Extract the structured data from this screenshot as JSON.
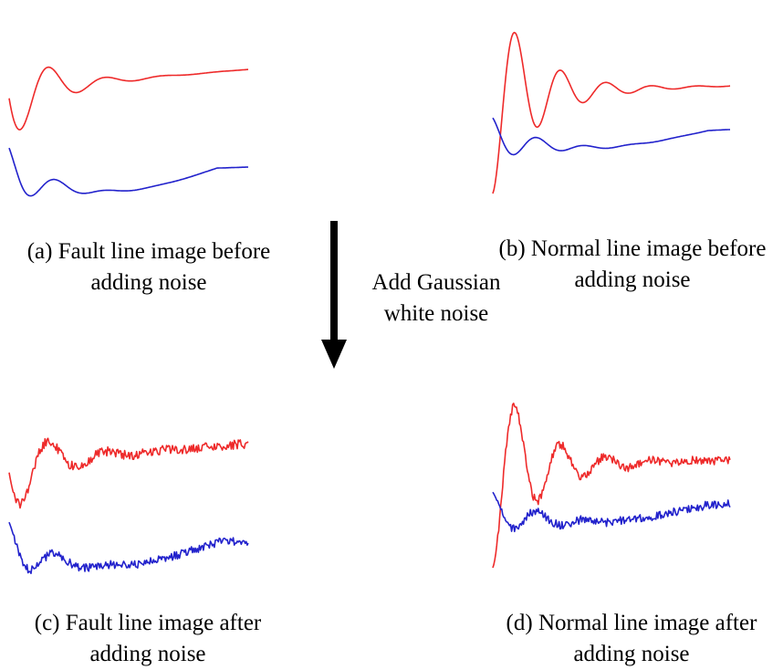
{
  "colors": {
    "red_trace": "#ee2a2a",
    "blue_trace": "#2222cc",
    "text": "#000000",
    "arrow": "#000000"
  },
  "panels": [
    {
      "id": "a",
      "caption_line1": "(a) Fault line image before",
      "caption_line2": "adding noise",
      "type": "fault",
      "noisy": false
    },
    {
      "id": "b",
      "caption_line1": "(b) Normal line image before",
      "caption_line2": "adding noise",
      "type": "normal",
      "noisy": false
    },
    {
      "id": "c",
      "caption_line1": "(c) Fault line image after",
      "caption_line2": "adding noise",
      "type": "fault",
      "noisy": true
    },
    {
      "id": "d",
      "caption_line1": "(d) Normal line image after",
      "caption_line2": "adding noise",
      "type": "normal",
      "noisy": true
    }
  ],
  "transition": {
    "line1": "Add Gaussian",
    "line2": "white noise",
    "icon": "down-arrow-icon"
  }
}
